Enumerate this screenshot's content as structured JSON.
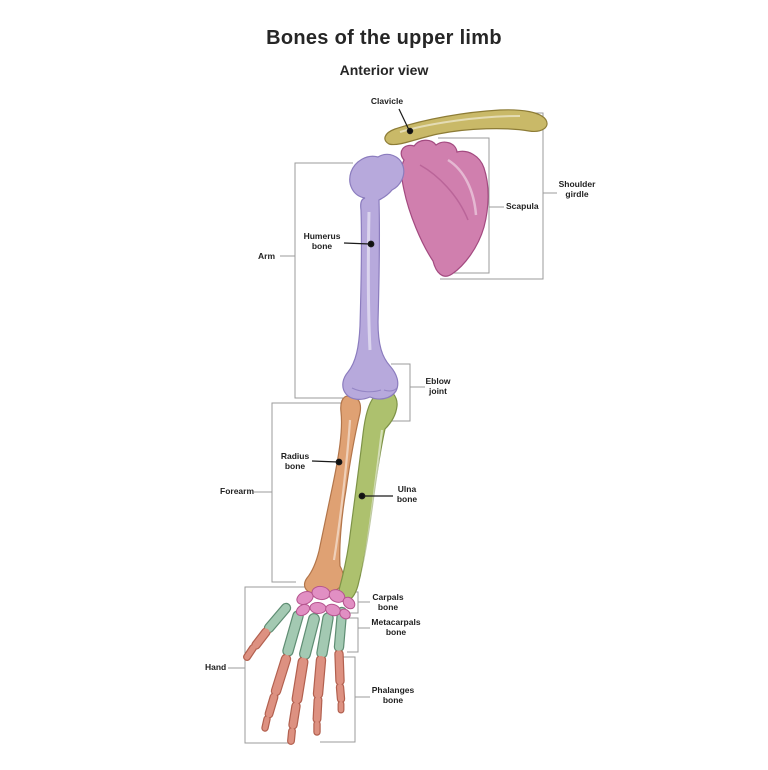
{
  "title": "Bones of the upper limb",
  "subtitle": "Anterior view",
  "labels": {
    "clavicle": "Clavicle",
    "scapula": "Scapula",
    "shoulder_girdle_line1": "Shoulder",
    "shoulder_girdle_line2": "girdle",
    "humerus_line1": "Humerus",
    "humerus_line2": "bone",
    "arm": "Arm",
    "elbow_line1": "Eblow",
    "elbow_line2": "joint",
    "radius_line1": "Radius",
    "radius_line2": "bone",
    "ulna_line1": "Ulna",
    "ulna_line2": "bone",
    "forearm": "Forearm",
    "hand": "Hand",
    "carpals_line1": "Carpals",
    "carpals_line2": "bone",
    "metacarpals_line1": "Metacarpals",
    "metacarpals_line2": "bone",
    "phalanges_line1": "Phalanges",
    "phalanges_line2": "bone"
  },
  "colors": {
    "clavicle": "#c9b968",
    "scapula": "#d07fae",
    "humerus": "#b7a9dc",
    "radius": "#dfa173",
    "ulna": "#adc16e",
    "carpals": "#e18fc3",
    "metacarpals": "#a3c9b2",
    "phalanges": "#dd9181"
  }
}
